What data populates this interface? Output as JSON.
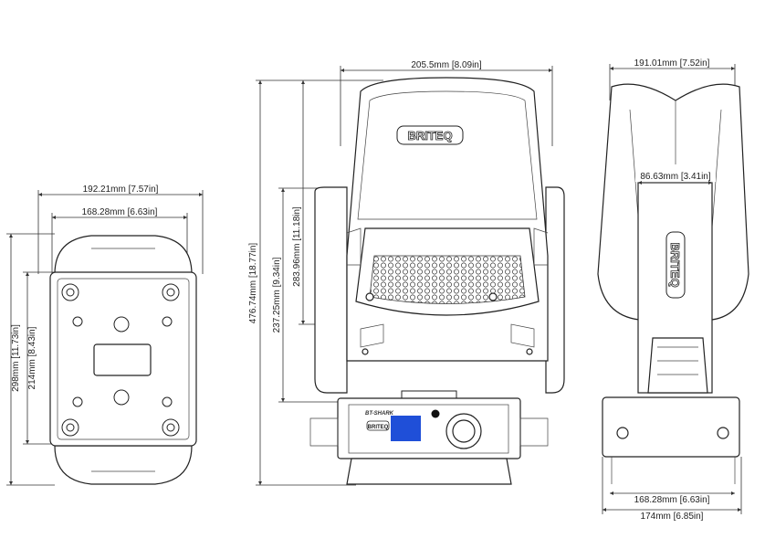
{
  "bottom_view": {
    "width_outer": "192.21mm [7.57in]",
    "width_inner": "168.28mm [6.63in]",
    "height_inner": "214mm [8.43in]",
    "height_outer": "298mm [11.73in]"
  },
  "front_view": {
    "head_width": "205.5mm [8.09in]",
    "total_height": "476.74mm [18.77in]",
    "yoke_height": "237.25mm [9.34in]",
    "head_height": "283.96mm [11.18in]",
    "model_name": "BT-SHARK",
    "logo": "BRITEQ"
  },
  "side_view": {
    "head_depth": "191.01mm [7.52in]",
    "yoke_depth": "86.63mm [3.41in]",
    "base_inner": "168.28mm [6.63in]",
    "base_outer": "174mm [6.85in]",
    "logo": "BRITEQ"
  },
  "colors": {
    "display": "#1f4fd8",
    "line": "#222222"
  }
}
